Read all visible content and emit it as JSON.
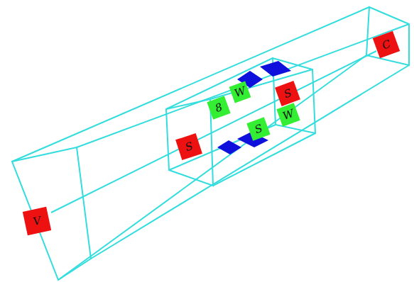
{
  "diagram": {
    "nodes": [
      {
        "text": [
          "V"
        ]
      },
      {
        "text": [
          "S"
        ]
      },
      {
        "text": [
          "8"
        ]
      },
      {
        "text": [
          "W"
        ]
      },
      {
        "text": [
          "S"
        ]
      },
      {
        "text": [
          "S"
        ]
      },
      {
        "text": [
          "W"
        ]
      },
      {
        "text": [
          "C"
        ]
      }
    ]
  }
}
